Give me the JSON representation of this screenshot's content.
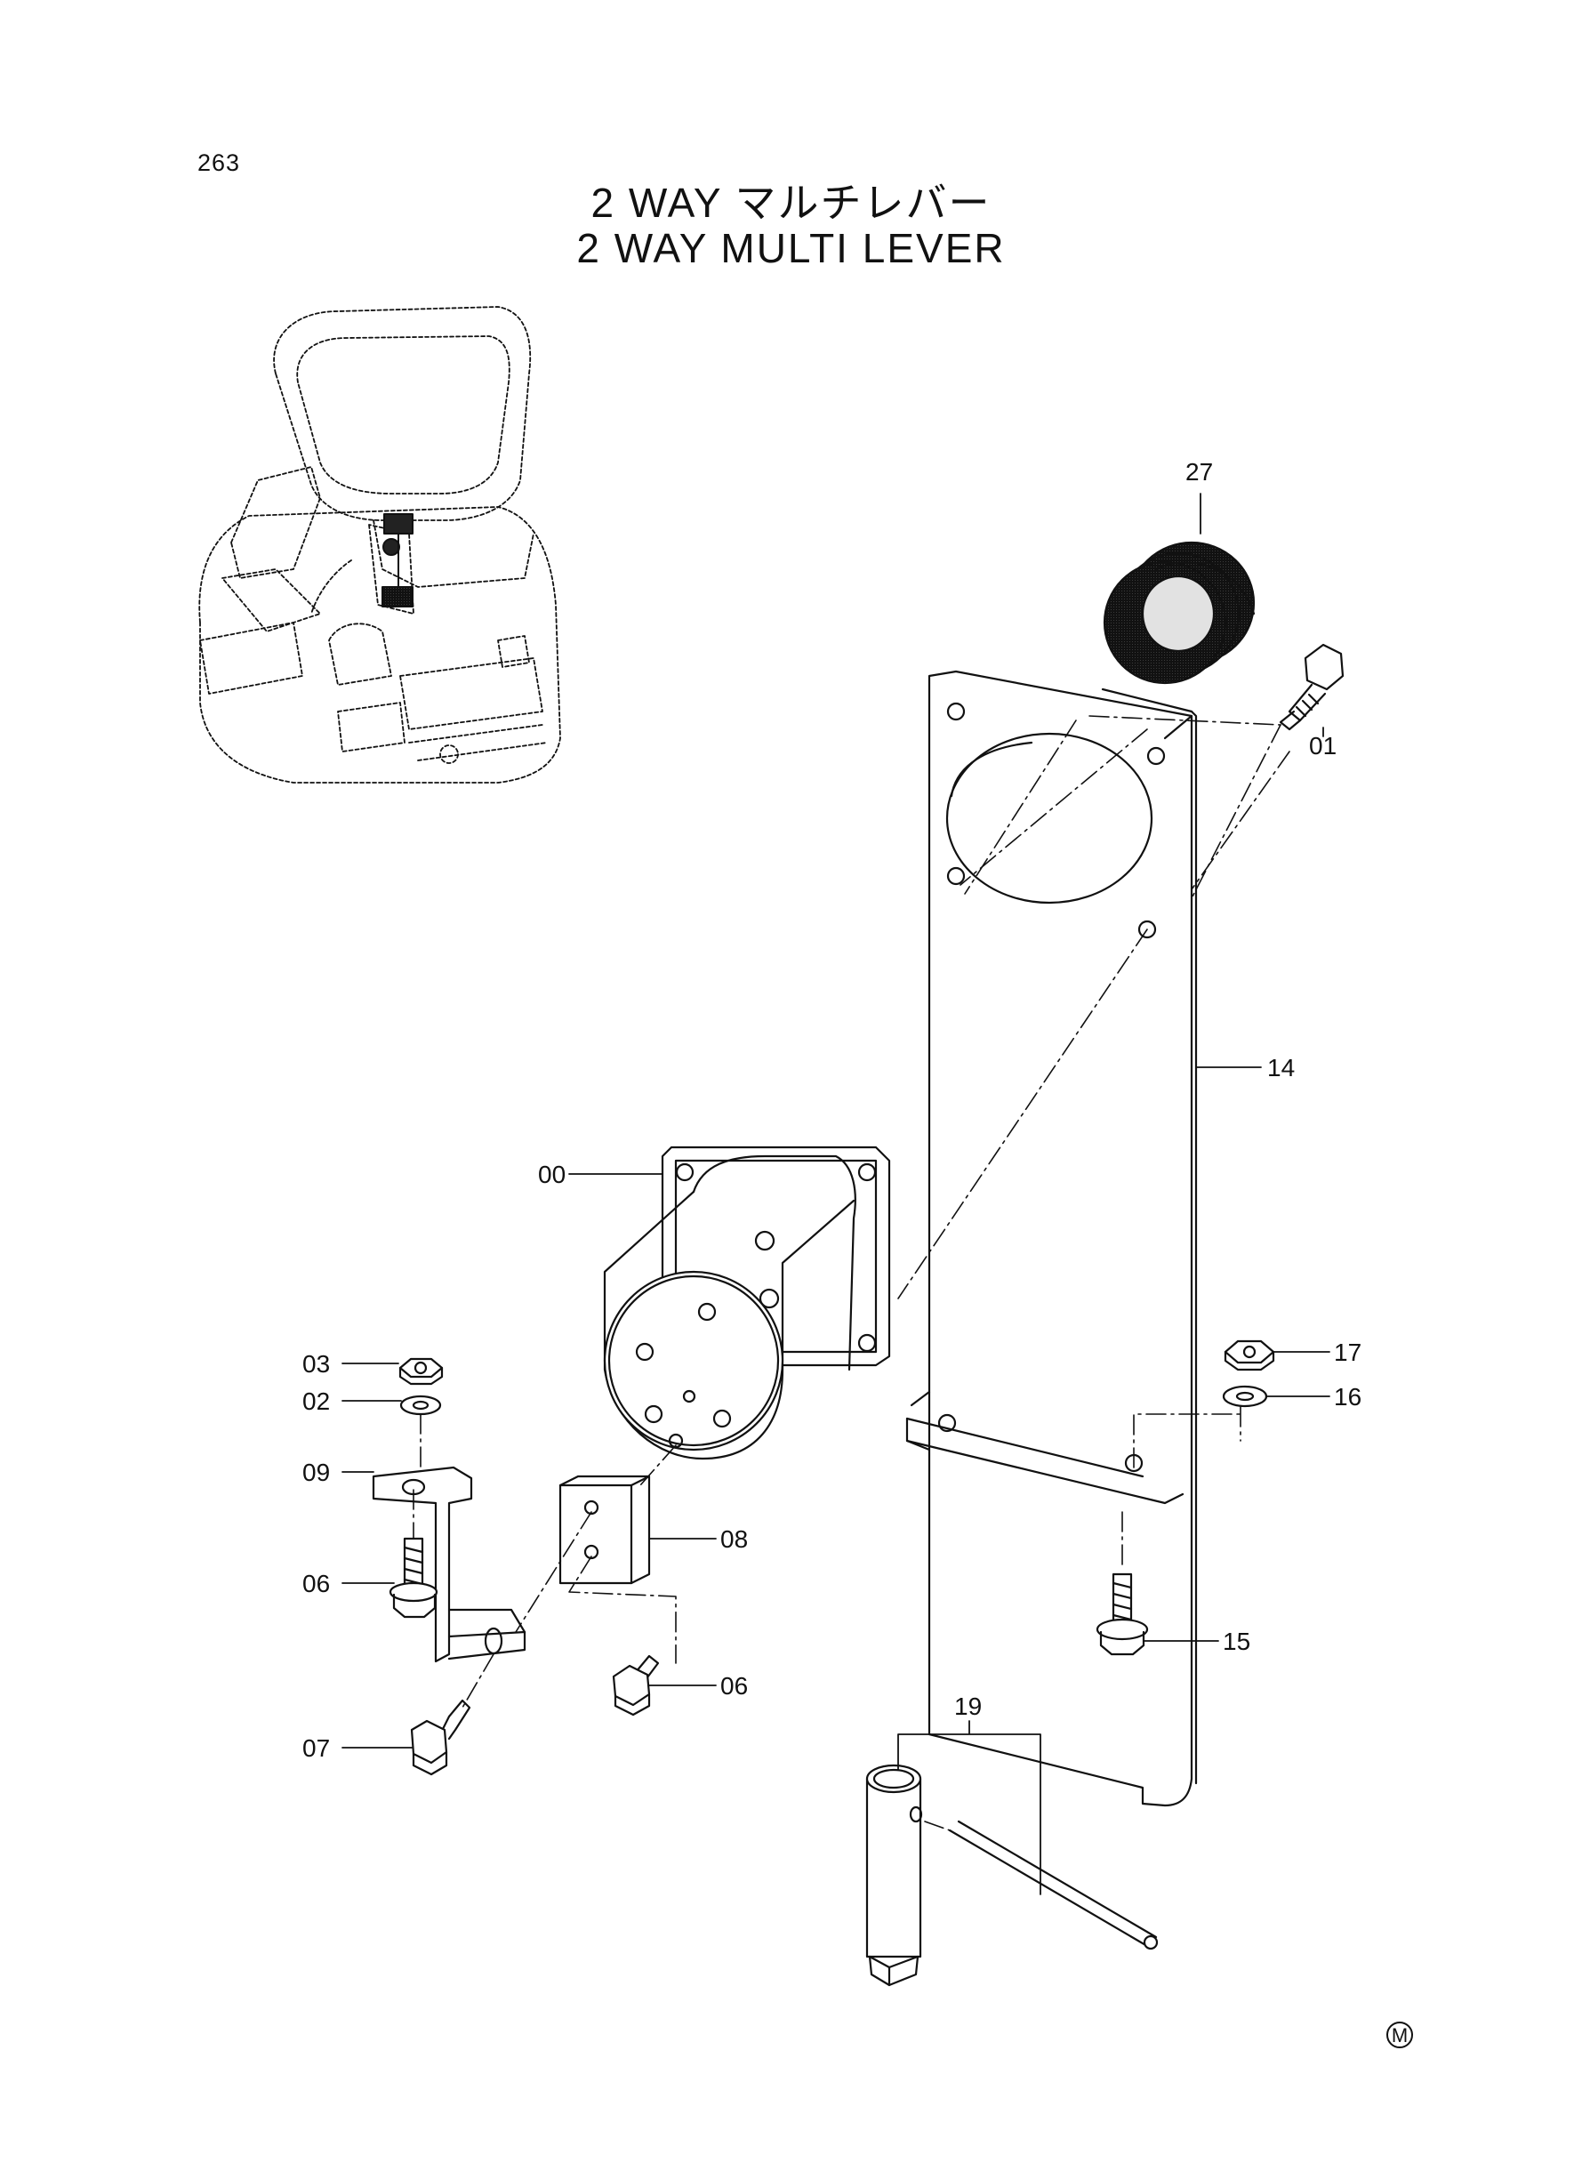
{
  "page": {
    "number": "263",
    "title_jp": "2 WAY マルチレバー",
    "title_en": "2 WAY MULTI LEVER"
  },
  "callouts": {
    "c00": "00",
    "c01": "01",
    "c02": "02",
    "c03": "03",
    "c06a": "06",
    "c06b": "06",
    "c07": "07",
    "c08": "08",
    "c09": "09",
    "c14": "14",
    "c15": "15",
    "c16": "16",
    "c17": "17",
    "c19": "19",
    "c27": "27"
  },
  "mark": {
    "symbol": "M"
  },
  "colors": {
    "line": "#111111",
    "shade": "#bdbdbd",
    "shade_dark": "#8c8c8c"
  }
}
